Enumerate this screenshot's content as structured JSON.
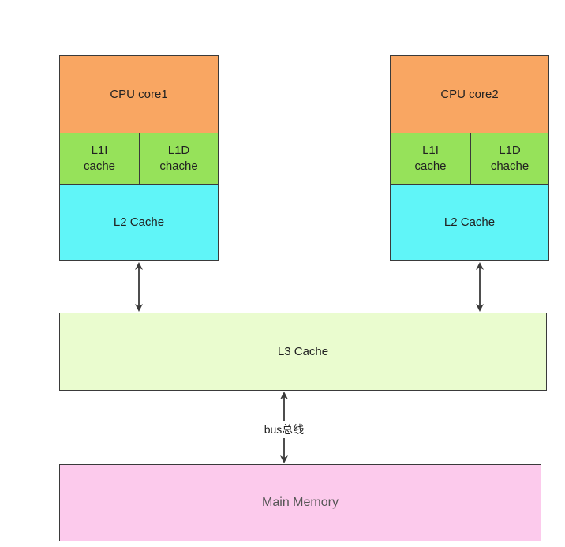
{
  "core1": {
    "cpu_label": "CPU core1",
    "l1i_line1": "L1I",
    "l1i_line2": "cache",
    "l1d_line1": "L1D",
    "l1d_line2": "chache",
    "l2_label": "L2 Cache"
  },
  "core2": {
    "cpu_label": "CPU core2",
    "l1i_line1": "L1I",
    "l1i_line2": "cache",
    "l1d_line1": "L1D",
    "l1d_line2": "chache",
    "l2_label": "L2 Cache"
  },
  "l3_label": "L3 Cache",
  "bus_label": "bus总线",
  "memory_label": "Main Memory",
  "colors": {
    "cpu": "#f9a662",
    "l1": "#96e25a",
    "l2": "#60f5f8",
    "l3": "#eafccf",
    "memory": "#fccaec",
    "border": "#3a3a3a"
  }
}
